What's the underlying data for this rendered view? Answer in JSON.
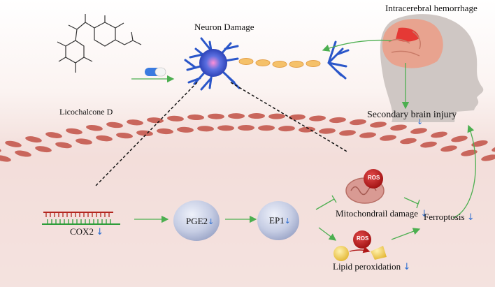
{
  "labels": {
    "ich": "Intracerebral hemorrhage",
    "neuron_damage": "Neuron Damage",
    "drug": "Licochalcone D",
    "secondary_injury": "Secondary brain injury",
    "cox2": "COX2",
    "pge2": "PGE2",
    "ep1": "EP1",
    "ros": "ROS",
    "mito_damage": "Mitochondrail damage",
    "lipid_perox": "Lipid peroxidation",
    "ferroptosis": "Ferroptosis"
  },
  "arrow_symbol": "↓",
  "colors": {
    "arrow_green": "#4caf50",
    "decrease_blue": "#2f6fd1",
    "ros_red": "#c62828",
    "hemorrhage": "#e53935"
  }
}
